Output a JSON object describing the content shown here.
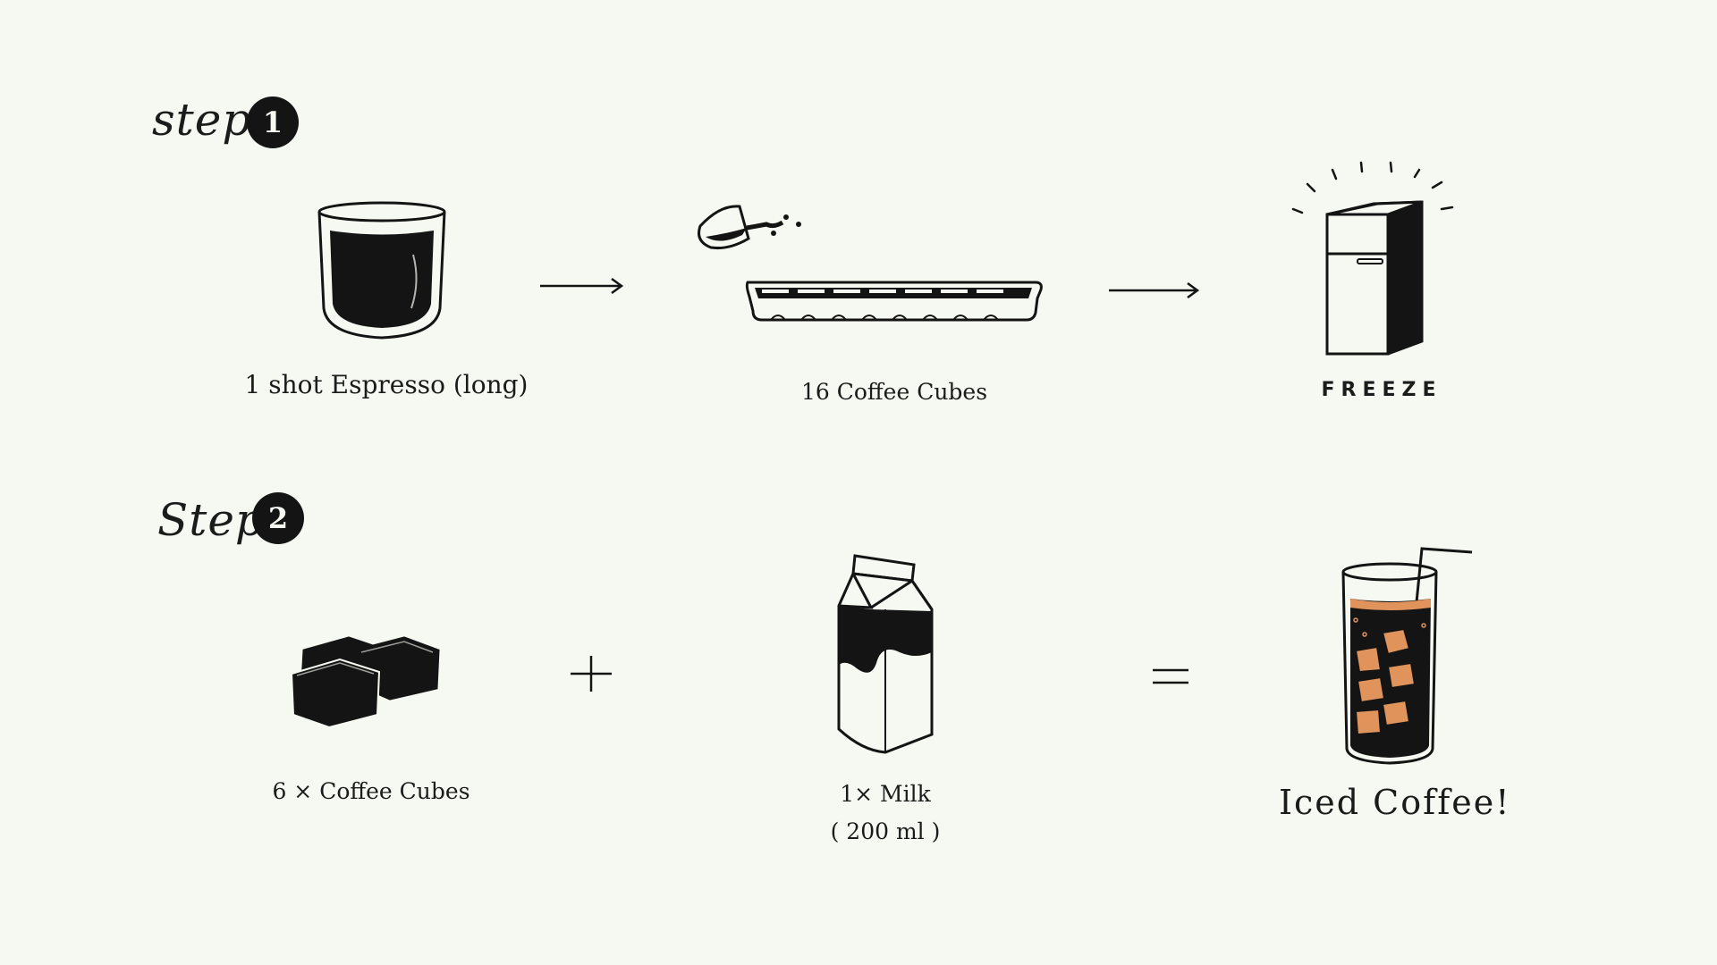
{
  "step1": {
    "word": "step",
    "number": "1",
    "espresso_caption": "1 shot Espresso (long)",
    "tray_caption": "16  Coffee Cubes",
    "freeze_caption": "FREEZE"
  },
  "step2": {
    "word": "Step",
    "number": "2",
    "cubes_caption": "6 ×  Coffee Cubes",
    "milk_caption_line1": "1× Milk",
    "milk_caption_line2": "( 200 ml )",
    "result_caption": "Iced Coffee!"
  },
  "colors": {
    "background": "#f6f9f1",
    "ink": "#141414",
    "coffee_orange": "#e0935a"
  }
}
